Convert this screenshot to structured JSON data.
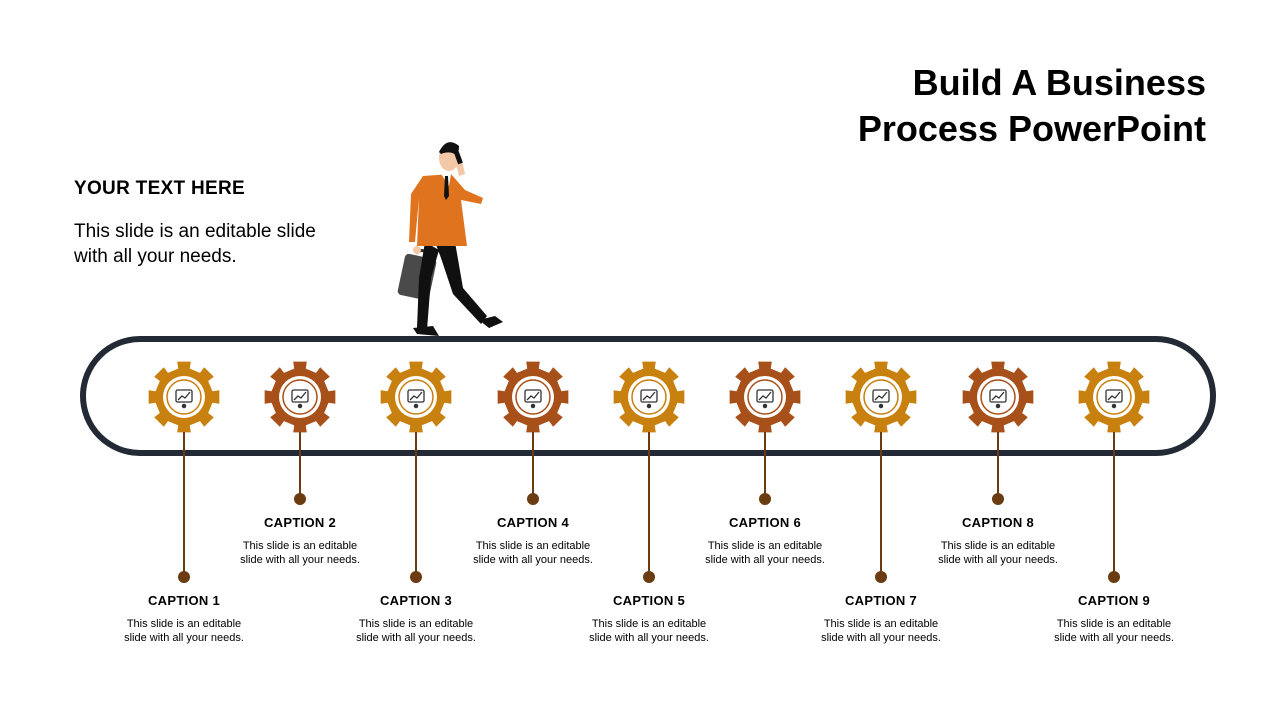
{
  "title": {
    "line1": "Build A Business",
    "line2": "Process PowerPoint"
  },
  "intro": {
    "heading": "YOUR  TEXT HERE",
    "body_line1": "This slide is an editable slide",
    "body_line2": "with all your needs."
  },
  "colors": {
    "gear_gold": "#c8800f",
    "gear_rust": "#a8501a",
    "track": "#232a35",
    "connector": "#6b3c12",
    "suit": "#e0741e"
  },
  "steps": [
    {
      "caption": "CAPTION 1",
      "desc1": "This slide is an editable",
      "desc2": "slide with all your needs.",
      "icon": "growth-chart-icon"
    },
    {
      "caption": "CAPTION 2",
      "desc1": "This slide is an editable",
      "desc2": "slide with all your needs.",
      "icon": "team-idea-icon"
    },
    {
      "caption": "CAPTION 3",
      "desc1": "This slide is an editable",
      "desc2": "slide with all your needs.",
      "icon": "people-network-icon"
    },
    {
      "caption": "CAPTION 4",
      "desc1": "This slide is an editable",
      "desc2": "slide with all your needs.",
      "icon": "strategy-icon"
    },
    {
      "caption": "CAPTION 5",
      "desc1": "This slide is an editable",
      "desc2": "slide with all your needs.",
      "icon": "presentation-icon"
    },
    {
      "caption": "CAPTION 6",
      "desc1": "This slide is an editable",
      "desc2": "slide with all your needs.",
      "icon": "handshake-icon"
    },
    {
      "caption": "CAPTION 7",
      "desc1": "This slide is an editable",
      "desc2": "slide with all your needs.",
      "icon": "money-transfer-icon"
    },
    {
      "caption": "CAPTION 8",
      "desc1": "This slide is an editable",
      "desc2": "slide with all your needs.",
      "icon": "analytics-board-icon"
    },
    {
      "caption": "CAPTION 9",
      "desc1": "This slide is an editable",
      "desc2": "slide with all your needs.",
      "icon": "global-business-icon"
    }
  ]
}
